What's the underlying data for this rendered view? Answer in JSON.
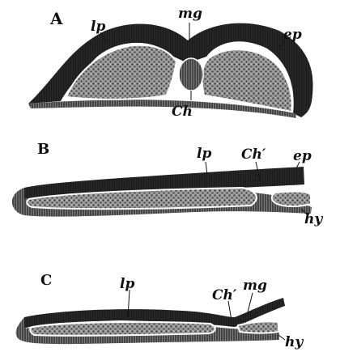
{
  "figure": {
    "panels": [
      {
        "letter": "A",
        "labels": {
          "lp": "lp",
          "mg": "mg",
          "ep": "ep",
          "ch": "Ch"
        }
      },
      {
        "letter": "B",
        "labels": {
          "lp": "lp",
          "ch": "Ch′",
          "ep": "ep",
          "hy": "hy"
        }
      },
      {
        "letter": "C",
        "labels": {
          "lp": "lp",
          "ch": "Ch′",
          "mg": "mg",
          "hy": "hy"
        }
      }
    ]
  },
  "colors": {
    "ink": "#111111",
    "tissue": "#8a8a8a",
    "background": "#ffffff"
  }
}
